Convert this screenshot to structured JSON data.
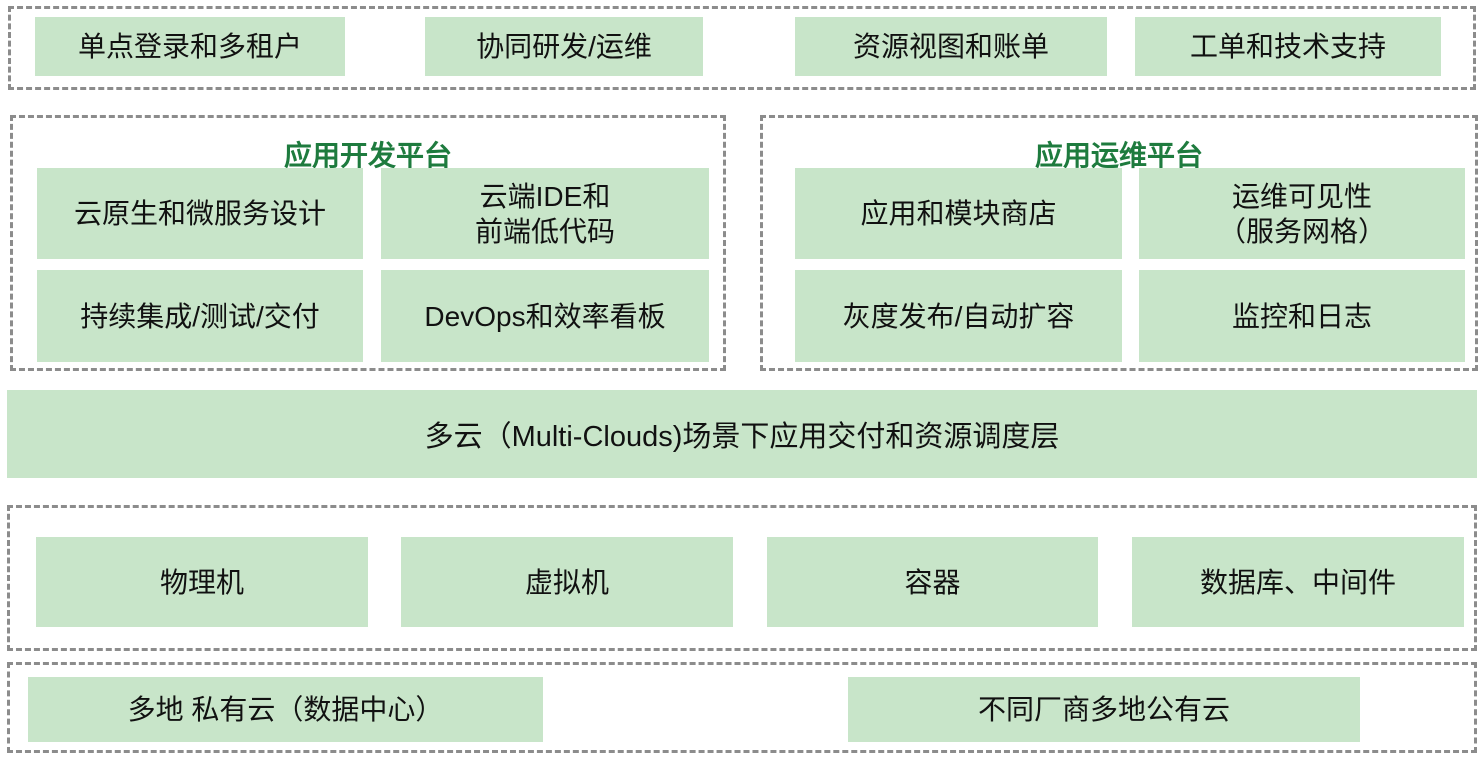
{
  "colors": {
    "box_bg": "#c8e5c9",
    "title": "#1e7b3e",
    "text": "#111111",
    "border": "#8c8c8c"
  },
  "top_row": {
    "items": [
      "单点登录和多租户",
      "协同研发/运维",
      "资源视图和账单",
      "工单和技术支持"
    ]
  },
  "dev_platform": {
    "title": "应用开发平台",
    "items": [
      "云原生和微服务设计",
      "云端IDE和\n前端低代码",
      "持续集成/测试/交付",
      "DevOps和效率看板"
    ]
  },
  "ops_platform": {
    "title": "应用运维平台",
    "items": [
      "应用和模块商店",
      "运维可见性\n（服务网格）",
      "灰度发布/自动扩容",
      "监控和日志"
    ]
  },
  "scheduling_layer": {
    "label": "多云（Multi-Clouds)场景下应用交付和资源调度层"
  },
  "infrastructure": {
    "items": [
      "物理机",
      "虚拟机",
      "容器",
      "数据库、中间件"
    ]
  },
  "clouds": {
    "items": [
      "多地 私有云（数据中心）",
      "不同厂商多地公有云"
    ]
  }
}
